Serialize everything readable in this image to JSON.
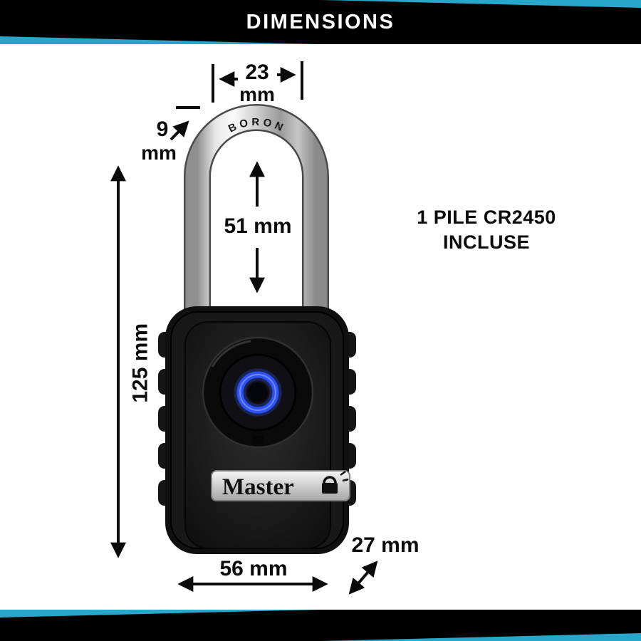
{
  "header": {
    "title": "DIMENSIONS"
  },
  "colors": {
    "accent_teal": "#28A7CA",
    "banner_black": "#000000",
    "blue_ring": "#2e52f5"
  },
  "padlock": {
    "shackle_engraving": "BORON",
    "brand": "Master"
  },
  "dimensions": {
    "shackle_width": {
      "value": "23",
      "unit": "mm"
    },
    "shackle_diameter": {
      "value": "9",
      "unit": "mm"
    },
    "shackle_height": {
      "label": "51 mm"
    },
    "total_height": {
      "label": "125 mm"
    },
    "body_width": {
      "label": "56 mm"
    },
    "body_depth": {
      "label": "27 mm"
    }
  },
  "battery_note": {
    "line1": "1 PILE CR2450",
    "line2": "INCLUSE"
  }
}
